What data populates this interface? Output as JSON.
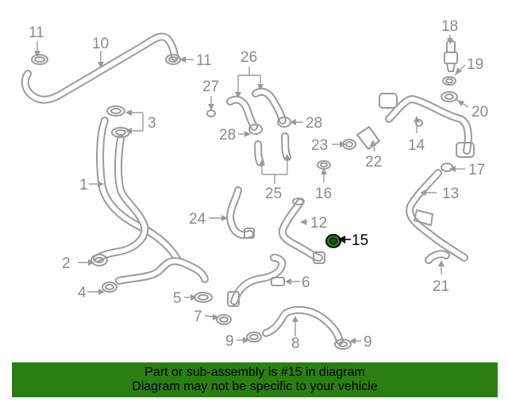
{
  "callouts": {
    "c1": "1",
    "c2": "2",
    "c3": "3",
    "c4": "4",
    "c5": "5",
    "c6": "6",
    "c7": "7",
    "c8": "8",
    "c9a": "9",
    "c9b": "9",
    "c10": "10",
    "c11a": "11",
    "c11b": "11",
    "c12": "12",
    "c13": "13",
    "c14": "14",
    "c15": "15",
    "c16": "16",
    "c17": "17",
    "c18": "18",
    "c19": "19",
    "c20": "20",
    "c21": "21",
    "c22": "22",
    "c23": "23",
    "c24": "24",
    "c25": "25",
    "c26": "26",
    "c27": "27",
    "c28a": "28",
    "c28b": "28"
  },
  "highlight_color": "#2a7f12",
  "banner": {
    "line1": "Part or sub-assembly is #15 in diagram",
    "line2": "Diagram may not be specific to your vehicle"
  }
}
